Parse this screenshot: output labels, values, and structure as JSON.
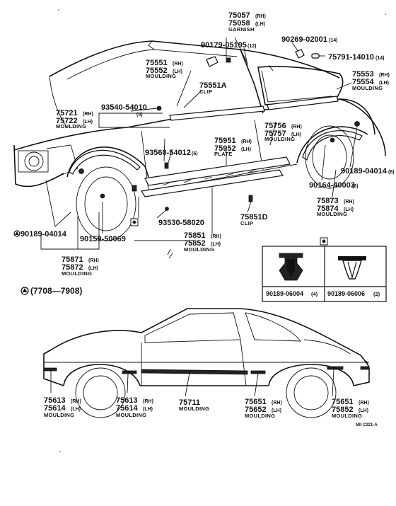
{
  "callouts": {
    "garnish": {
      "pn_rh": "75057",
      "rh": "(RH)",
      "pn_lh": "75058",
      "lh": "(LH)",
      "name": "GARNISH"
    },
    "clip_90269": {
      "pn": "90269-02001",
      "qty": "(14)"
    },
    "clip_75791": {
      "pn": "75791-14010",
      "qty": "(14)"
    },
    "clip_90179": {
      "pn": "90179-05195",
      "qty": "(12)"
    },
    "moulding_75551": {
      "pn_rh": "75551",
      "rh": "(RH)",
      "pn_lh": "75552",
      "lh": "(LH)",
      "name": "MOULDING"
    },
    "clip_75551a": {
      "pn": "75551A",
      "name": "CLIP"
    },
    "moulding_75553": {
      "pn_rh": "75553",
      "rh": "(RH)",
      "pn_lh": "75554",
      "lh": "(LH)",
      "name": "MOULDING"
    },
    "screw_93540": {
      "pn": "93540-54010",
      "qty": "(4)"
    },
    "moulding_75721": {
      "pn_rh": "75721",
      "rh": "(RH)",
      "pn_lh": "75722",
      "lh": "(LH)",
      "name": "MOULDING"
    },
    "moulding_75756": {
      "pn_rh": "75756",
      "rh": "(RH)",
      "pn_lh": "75757",
      "lh": "(LH)",
      "name": "MOULDING"
    },
    "plate_75951": {
      "pn_rh": "75951",
      "rh": "(RH)",
      "pn_lh": "75952",
      "lh": "(LH)",
      "name": "PLATE"
    },
    "screw_93560": {
      "pn": "93560-54012",
      "qty": "(6)"
    },
    "clip_90189_04014_right": {
      "pn": "90189-04014",
      "qty": "(6)"
    },
    "clip_90164": {
      "pn": "90164-40003",
      "qty": "(6)"
    },
    "moulding_75873": {
      "pn_rh": "75873",
      "rh": "(RH)",
      "pn_lh": "75874",
      "lh": "(LH)",
      "name": "MOULDING"
    },
    "clip_90189_04014_left": {
      "pn": "90189-04014"
    },
    "clip_90159": {
      "pn": "90159-50069"
    },
    "screw_93530": {
      "pn": "93530-58020"
    },
    "clip_75851d": {
      "pn": "75851D",
      "name": "CLIP"
    },
    "moulding_75851_top": {
      "pn_rh": "75851",
      "rh": "(RH)",
      "pn_lh": "75852",
      "lh": "(LH)",
      "name": "MOULDING"
    },
    "moulding_75871": {
      "pn_rh": "75871",
      "rh": "(RH)",
      "pn_lh": "75872",
      "lh": "(LH)",
      "name": "MOULDING"
    }
  },
  "clip_table": {
    "left_pn": "90189-06004",
    "left_qty": "(4)",
    "right_pn": "90189-06006",
    "right_qty": "(2)"
  },
  "date_note": "(7708—7908)",
  "lower_callouts": {
    "m75613_front": {
      "pn_rh": "75613",
      "rh": "(RH)",
      "pn_lh": "75614",
      "lh": "(LH)",
      "name": "MOULDING"
    },
    "m75613_rear": {
      "pn_rh": "75613",
      "rh": "(RH)",
      "pn_lh": "75614",
      "lh": "(LH)",
      "name": "MOULDING"
    },
    "m75711": {
      "pn": "75711",
      "name": "MOULDING"
    },
    "m75651": {
      "pn_rh": "75651",
      "rh": "(RH)",
      "pn_lh": "75652",
      "lh": "(LH)",
      "name": "MOULDING"
    },
    "m75851_bottom": {
      "pn_rh": "75651",
      "rh": "(RH)",
      "pn_lh": "75852",
      "lh": "(LH)",
      "name": "MOULDING"
    }
  },
  "drawing_code": "MII  C221-A",
  "icons": [
    "diamond-marker-icon",
    "circle-marker-icon"
  ]
}
